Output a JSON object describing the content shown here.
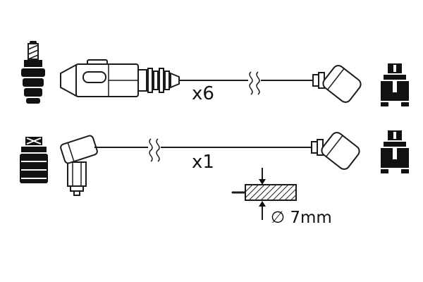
{
  "labels": {
    "top_quantity": "x6",
    "bottom_quantity": "x1",
    "diameter": "∅ 7mm"
  },
  "icons": {
    "top_left": "spark-plug-terminal-icon",
    "top_connector": "straight-connector-icon",
    "top_cable": "cable-x6",
    "top_right_boot": "elbow-boot-icon",
    "top_far_right": "boot-cap-icon",
    "bottom_left": "rubber-boot-icon",
    "bottom_connector": "angled-plug-boot-icon",
    "bottom_cable": "cable-x1",
    "bottom_right_boot": "elbow-boot-icon",
    "bottom_far_right": "boot-cap-icon",
    "measurement": "cable-diameter-callout"
  },
  "colors": {
    "line": "#1b1b1b",
    "background": "#ffffff"
  }
}
